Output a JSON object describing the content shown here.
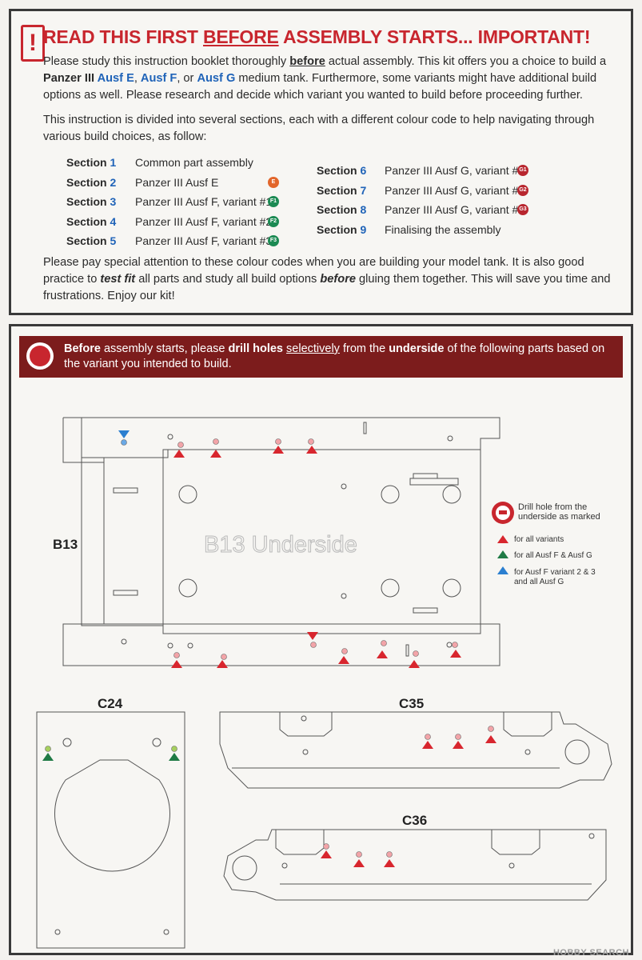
{
  "notice": {
    "icon": "exclamation-icon",
    "title_pre": "READ THIS FIRST ",
    "title_u": "BEFORE",
    "title_post": " ASSEMBLY STARTS...  IMPORTANT!",
    "p1_a": "Please study this instruction booklet thoroughly ",
    "p1_b": "before",
    "p1_c": " actual assembly.  This kit offers you a choice to build a ",
    "p1_d": "Panzer III ",
    "p1_e": "Ausf E",
    "p1_f": ", ",
    "p1_g": "Ausf F",
    "p1_h": ", or ",
    "p1_i": "Ausf G",
    "p1_j": " medium tank.  Furthermore, some variants might have additional build options as well.  Please research and decide which variant you wanted to build before proceeding further.",
    "p2": "This instruction is divided into several sections, each with a different colour code to help navigating through various build choices, as follow:",
    "p3_a": "Please pay special attention to these colour codes when you are building your model tank.  It is also good practice to ",
    "p3_b": "test fit",
    "p3_c": " all parts and study all build options ",
    "p3_d": "before",
    "p3_e": " gluing them together.  This will save you time and frustrations.  Enjoy our kit!"
  },
  "sections": [
    {
      "label": "Section",
      "num": "1",
      "desc": "Common part assembly",
      "badge": ""
    },
    {
      "label": "Section",
      "num": "2",
      "desc": "Panzer III Ausf E",
      "badge": "E"
    },
    {
      "label": "Section",
      "num": "3",
      "desc": "Panzer III Ausf F, variant #1",
      "badge": "F1"
    },
    {
      "label": "Section",
      "num": "4",
      "desc": "Panzer III Ausf F, variant #2",
      "badge": "F2"
    },
    {
      "label": "Section",
      "num": "5",
      "desc": "Panzer III Ausf F, variant #3",
      "badge": "F3"
    },
    {
      "label": "Section",
      "num": "6",
      "desc": "Panzer III Ausf G, variant #1",
      "badge": "G1"
    },
    {
      "label": "Section",
      "num": "7",
      "desc": "Panzer III Ausf G, variant #2",
      "badge": "G2"
    },
    {
      "label": "Section",
      "num": "8",
      "desc": "Panzer III Ausf G, variant #3",
      "badge": "G3"
    },
    {
      "label": "Section",
      "num": "9",
      "desc": "Finalising the assembly",
      "badge": ""
    }
  ],
  "banner": {
    "icon": "drill-hole-icon",
    "a": "Before",
    "b": " assembly starts, please ",
    "c": "drill holes",
    "d": " ",
    "e": "selectively",
    "f": " from the ",
    "g": "underside",
    "h": " of the following parts based on the variant you intended to build."
  },
  "parts": {
    "b13": "B13",
    "b13_watermark": "B13 Underside",
    "c24": "C24",
    "c35": "C35",
    "c36": "C36"
  },
  "legend": {
    "title1": "Drill hole from the",
    "title2": "underside as marked",
    "red": "for all variants",
    "green": "for all Ausf F & Ausf G",
    "blue1": "for Ausf F variant 2 & 3",
    "blue2": "and all Ausf G"
  },
  "colors": {
    "accent_red": "#c8262e",
    "blue": "#1f63b8",
    "banner": "#7c1c1c",
    "marker_red": "#d8262e",
    "marker_green": "#1f7a45",
    "marker_blue": "#2b7fd0"
  },
  "watermark": "HOBBY SEARCH"
}
